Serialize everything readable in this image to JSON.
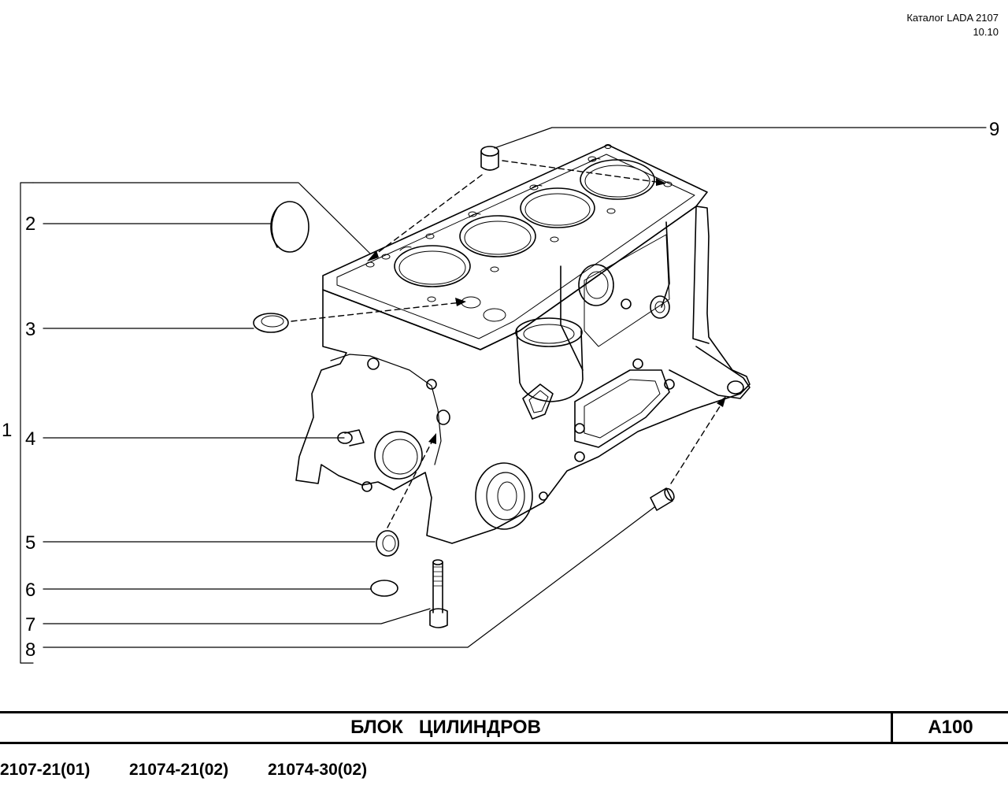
{
  "header": {
    "catalog": "Каталог LADA 2107",
    "date": "10.10"
  },
  "callouts": {
    "c1": "1",
    "c2": "2",
    "c3": "3",
    "c4": "4",
    "c5": "5",
    "c6": "6",
    "c7": "7",
    "c8": "8",
    "c9": "9"
  },
  "title_bar": {
    "title": "БЛОК   ЦИЛИНДРОВ",
    "code": "А100"
  },
  "applicability": [
    "2107-21(01)",
    "21074-21(02)",
    "21074-30(02)"
  ],
  "colors": {
    "line": "#000000",
    "background": "#ffffff"
  }
}
